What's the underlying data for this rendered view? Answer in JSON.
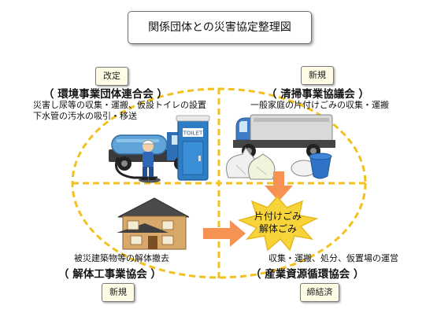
{
  "title": "関係団体との災害協定整理図",
  "quadrants": {
    "top_left": {
      "tag": "改定",
      "org": "（ 環境事業団体連合会 ）",
      "desc_line1": "災害し尿等の収集・運搬、仮設トイレの設置",
      "desc_line2": "下水管の汚水の吸引・移送"
    },
    "top_right": {
      "tag": "新規",
      "org": "（ 清掃事業協議会 ）",
      "desc_line1": "一般家庭の片付けごみの収集・運搬"
    },
    "bottom_left": {
      "tag": "新規",
      "org": "（ 解体工事業協会 ）",
      "desc_line1": "被災建築物等の解体撤去"
    },
    "bottom_right": {
      "tag": "締結済",
      "org": "（ 産業資源循環協会 ）",
      "desc_line1": "収集・運搬、処分、仮置場の運営"
    }
  },
  "center": {
    "line1": "片付けごみ",
    "line2": "解体ごみ"
  },
  "toilet_sign": "TOILET",
  "icons": [
    "vacuum-truck-icon",
    "worker-icon",
    "portable-toilet-icon",
    "garbage-truck-icon",
    "garbage-bags-icon",
    "trash-bin-icon",
    "house-icon",
    "arrow-icon",
    "starburst-icon"
  ],
  "colors": {
    "ellipse_dash": "#f2c11f",
    "arrow": "#f79254",
    "starburst": "#f7d43a",
    "tag_bg": "#fffce6"
  }
}
